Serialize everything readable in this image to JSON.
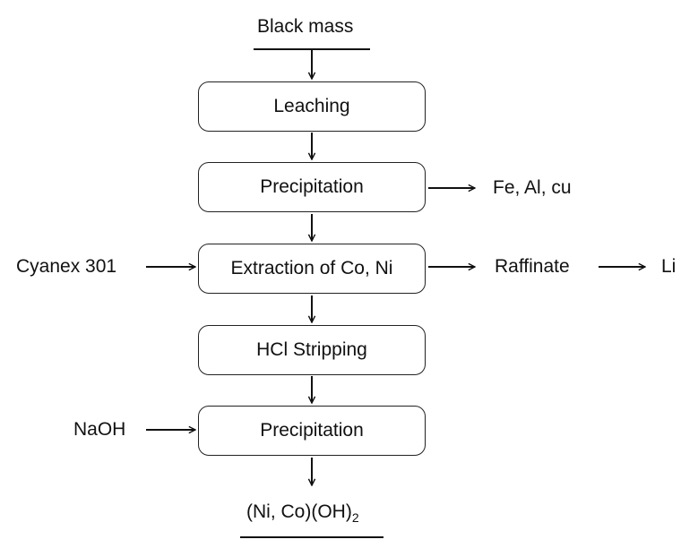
{
  "input_label": "Black mass",
  "steps": [
    {
      "label": "Leaching"
    },
    {
      "label": "Precipitation"
    },
    {
      "label": "Extraction of Co, Ni"
    },
    {
      "label": "HCl Stripping"
    },
    {
      "label": "Precipitation"
    }
  ],
  "side_inputs": {
    "extraction": "Cyanex 301",
    "final_precipitation": "NaOH"
  },
  "side_outputs": {
    "precipitation": "Fe, Al, cu",
    "extraction": "Raffinate",
    "raffinate_product": "Li"
  },
  "product": {
    "main": "(Ni, Co)(OH)",
    "subscript": "2"
  }
}
